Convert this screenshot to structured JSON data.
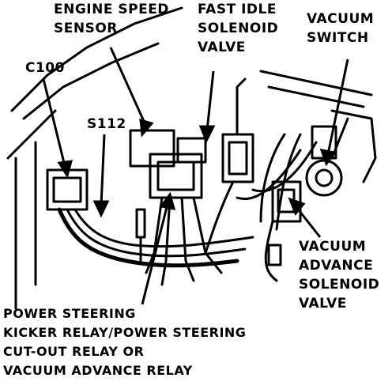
{
  "labels": {
    "engine_speed_sensor": [
      "ENGINE SPEED",
      "SENSOR"
    ],
    "fast_idle_solenoid_valve": [
      "FAST IDLE",
      "SOLENOID",
      "VALVE"
    ],
    "vacuum_switch": [
      "VACUUM",
      "SWITCH"
    ],
    "c100": "C100",
    "s112": "S112",
    "vacuum_advance_solenoid_valve": [
      "VACUUM",
      "ADVANCE",
      "SOLENOID",
      "VALVE"
    ],
    "power_steering_relay": [
      "POWER STEERING",
      "KICKER RELAY/POWER STEERING",
      "CUT-OUT RELAY OR",
      "VACUUM ADVANCE RELAY"
    ]
  },
  "colors": {
    "ink": "#000000",
    "paper": "#ffffff"
  }
}
